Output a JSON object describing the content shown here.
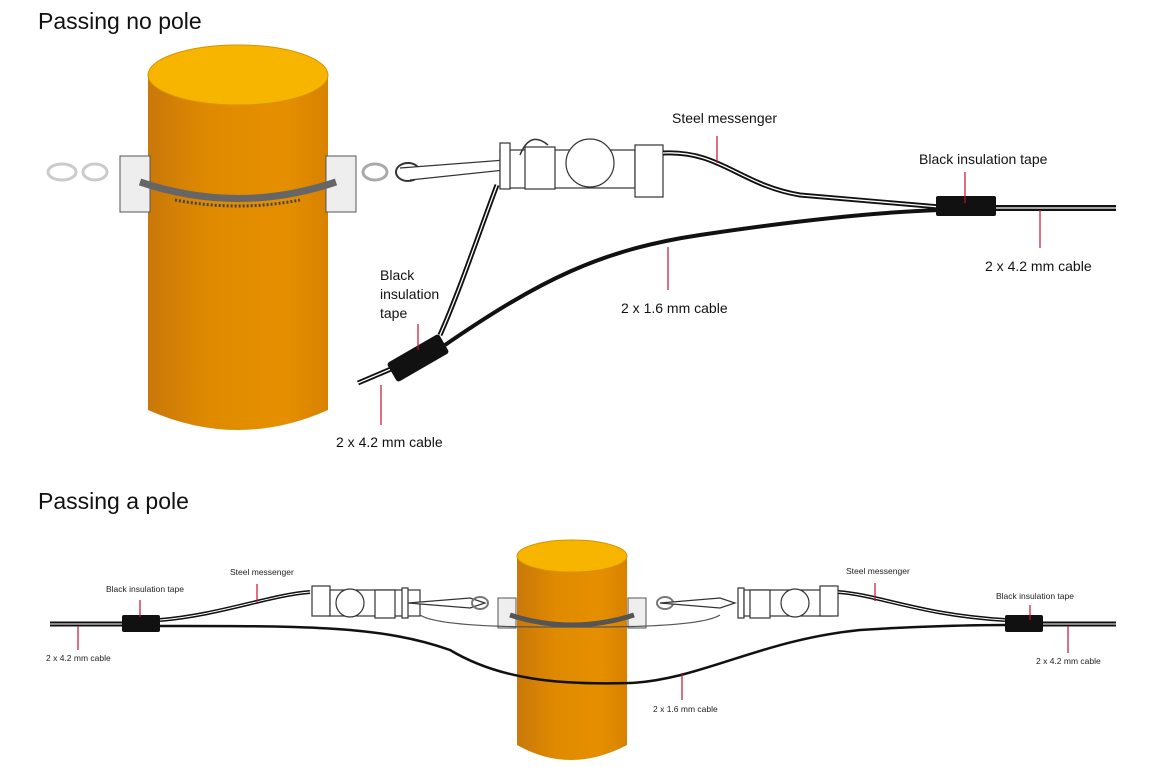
{
  "sections": [
    {
      "title": "Passing no pole",
      "labels": {
        "steel_messenger": "Steel messenger",
        "tape_right": "Black insulation tape",
        "cable_42_right": "2 x 4.2 mm cable",
        "cable_16": "2 x 1.6 mm cable",
        "tape_left_line1": "Black",
        "tape_left_line2": "insulation",
        "tape_left_line3": "tape",
        "cable_42_left": "2 x 4.2 mm cable"
      }
    },
    {
      "title": "Passing a pole",
      "labels": {
        "tape_left": "Black insulation tape",
        "steel_messenger_left": "Steel messenger",
        "cable_42_left": "2 x 4.2 mm cable",
        "steel_messenger_right": "Steel messenger",
        "tape_right": "Black insulation tape",
        "cable_42_right": "2 x 4.2 mm cable",
        "cable_16": "2 x 1.6 mm cable"
      }
    }
  ],
  "colors": {
    "pole_body": "#e08a00",
    "pole_top": "#f7b500",
    "leader_line": "#c8102e",
    "cable": "#111111"
  }
}
